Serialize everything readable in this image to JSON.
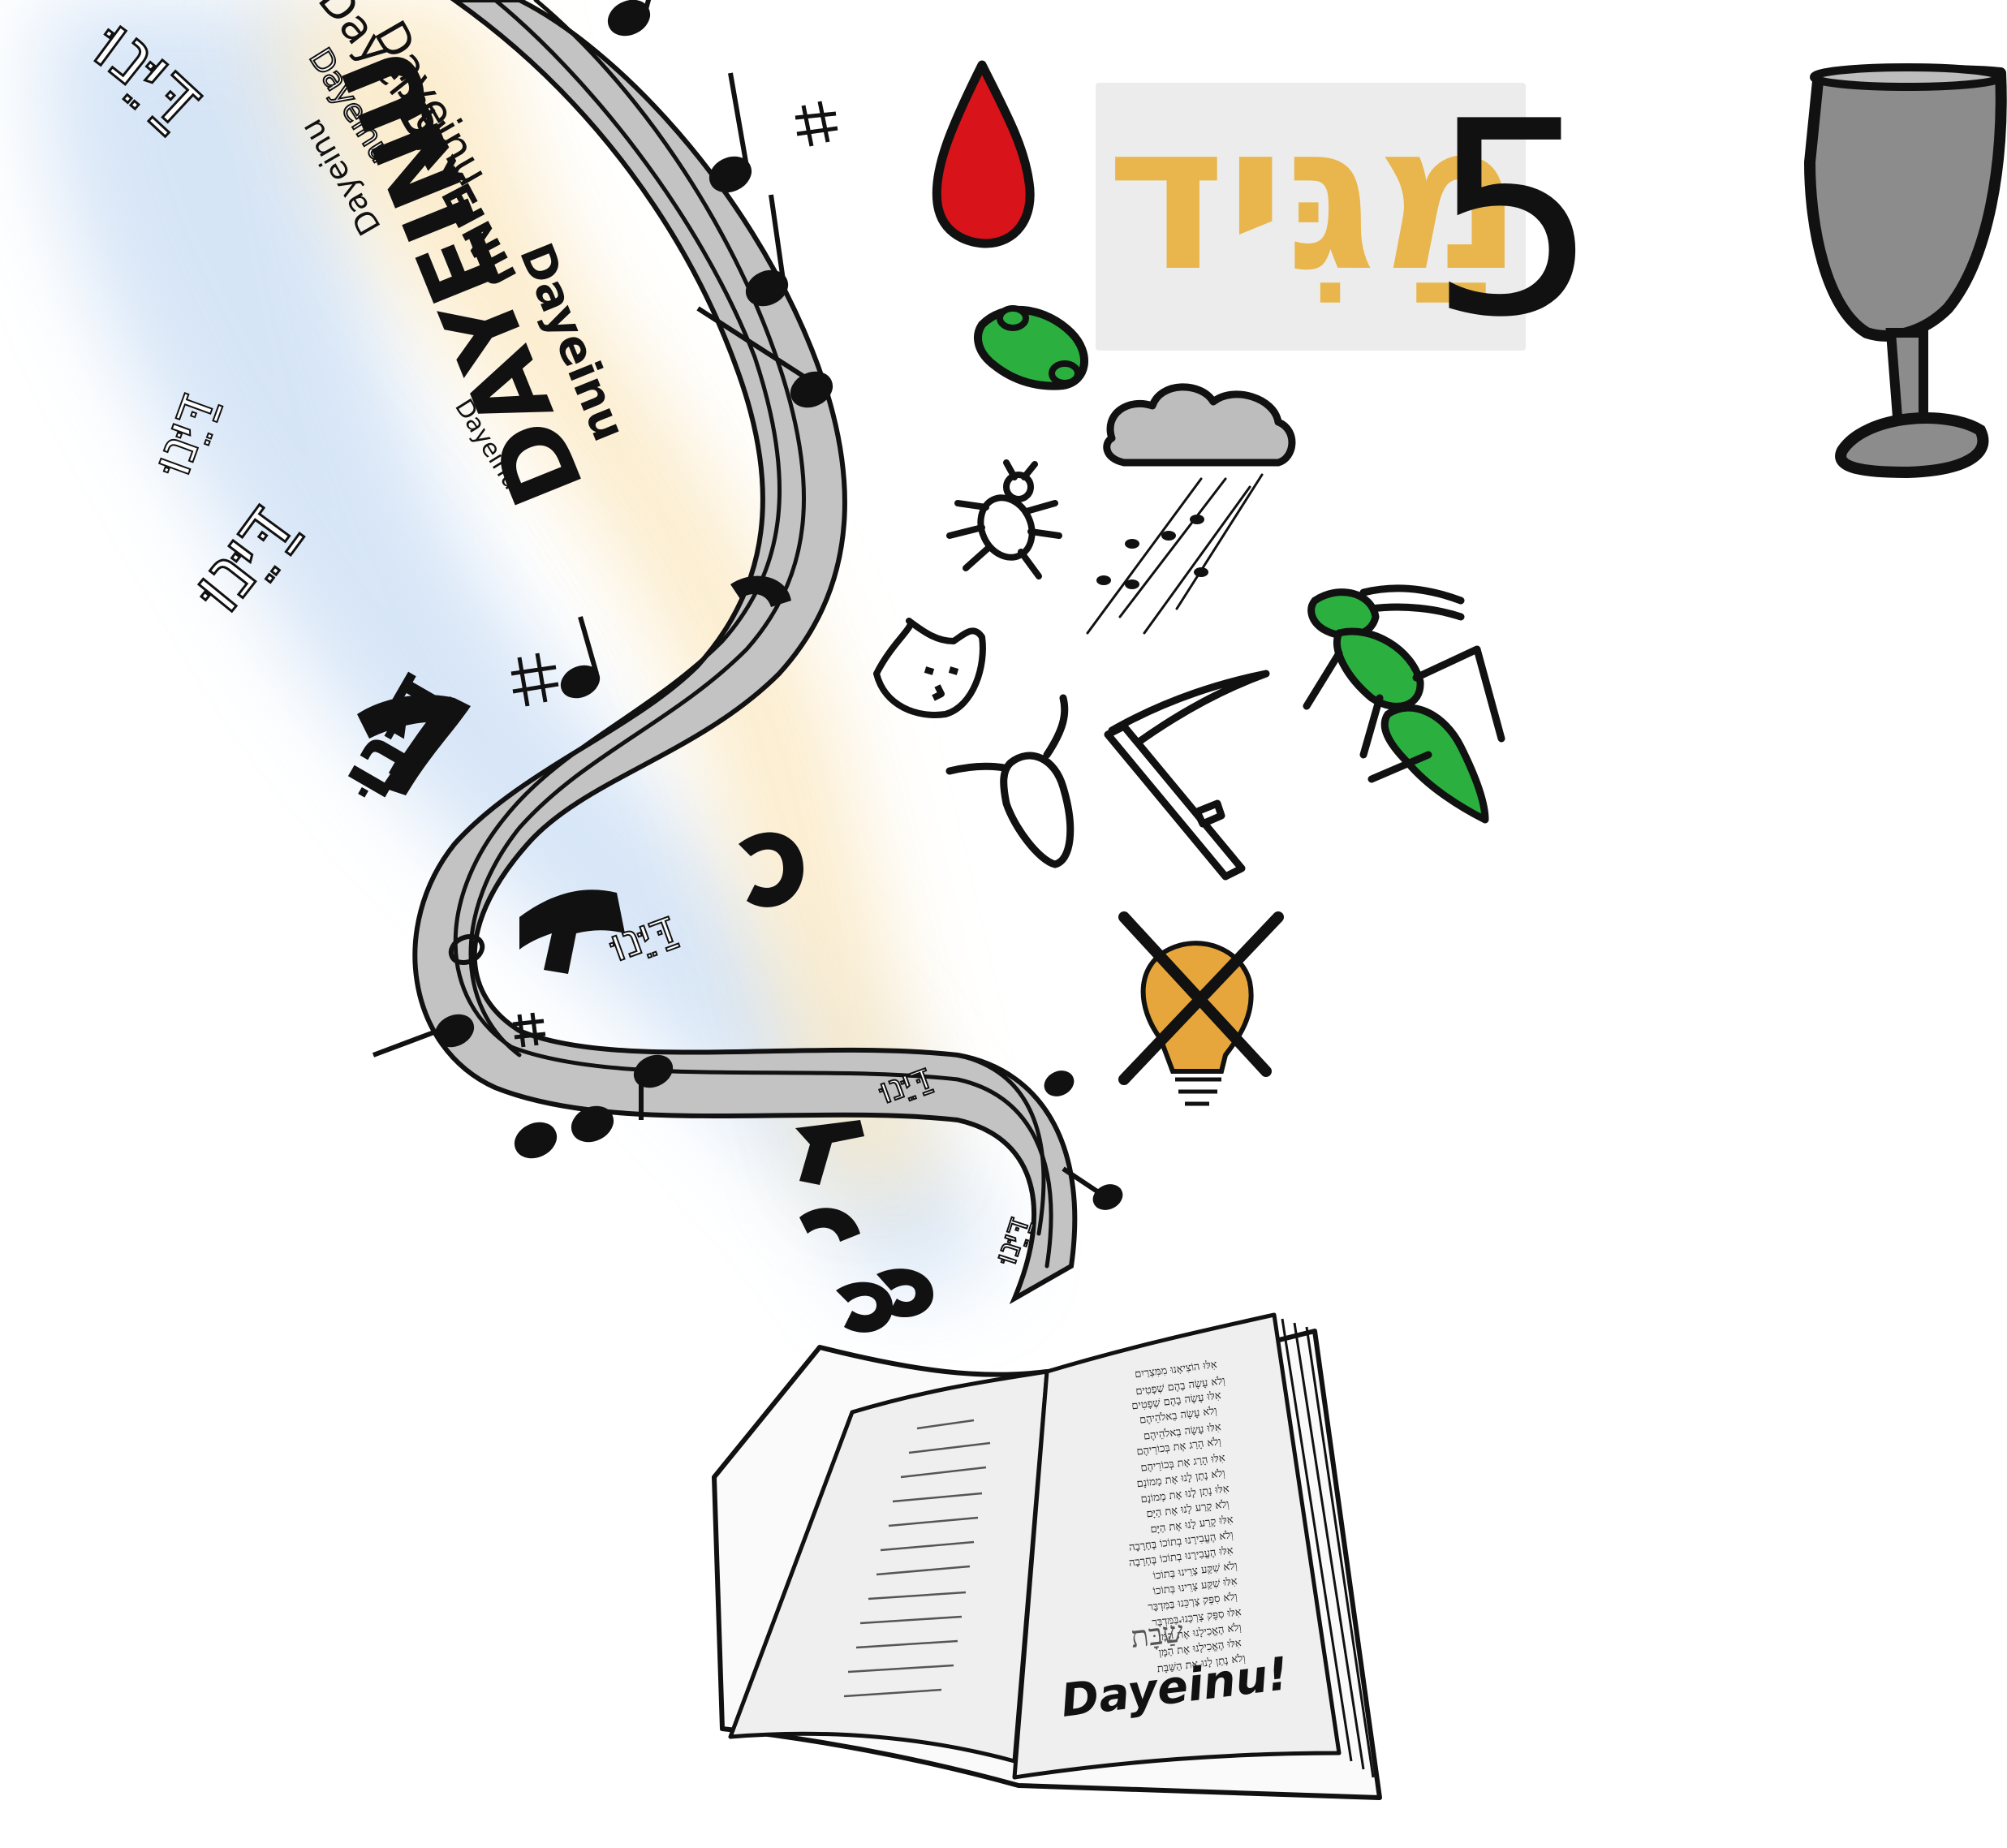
{
  "colors": {
    "background": "#ffffff",
    "staff_fill": "#c3c3c3",
    "ink": "#111111",
    "magid_gold": "#e8b64c",
    "number_black": "#111111",
    "blood_red": "#d8131a",
    "frog_green": "#2bb040",
    "cup_gray": "#8c8c8c",
    "book_page": "#efefef",
    "bulb_orange": "#e7a63b",
    "glow_blue": "#cfe0f5",
    "glow_yellow": "#fbeed1"
  },
  "title_card": {
    "number": "5",
    "hebrew_title": "מַגִּיד"
  },
  "stream_texts": {
    "dayeinu_mixed_1": "Dayeinu",
    "dayeinu_mixed_2": "Dayeinu",
    "dayeinu_mixed_3": "Dayeinu",
    "dayeinu_caps": "DAYEINU",
    "dayeinu_small_1": "Dayeinu",
    "dayeinu_small_2": "Dayeinu",
    "dayeinu_small_3": "Dayeinu",
    "dayeinu_big": "DAYEINU",
    "hebrew_outline_1": "דַּיֵּנוּ",
    "hebrew_outline_2": "דַּיֵּנוּ",
    "hebrew_small_1": "דַּיֵּנוּ",
    "hebrew_small_2": "דַּיֵּנוּ",
    "hebrew_small_3": "דַּיֵּנוּ",
    "hebrew_small_4": "דַּיֵּנוּ",
    "hebrew_small_5": "דַּיֵּנוּ"
  },
  "icons": {
    "blood": "blood-drop-icon",
    "frog": "frog-icon",
    "lice": "lice-icon",
    "wild_beasts": "wild-beast-icon",
    "pestilence": "cow-skull-icon",
    "boils": "scythe-icon",
    "hail": "hail-cloud-icon",
    "locusts": "locust-icon",
    "darkness": "crossed-bulb-icon",
    "cup": "kiddush-cup-icon",
    "book": "open-book-icon"
  },
  "book": {
    "right_page_lines": [
      "אִלּוּ הוֹצִיאָנוּ מִמִּצְרַיִם",
      "וְלֹא עָשָׂה בָהֶם שְׁפָטִים",
      "אִלּוּ עָשָׂה בָהֶם שְׁפָטִים",
      "וְלֹא עָשָׂה בֵאלֹהֵיהֶם",
      "אִלּוּ עָשָׂה בֵאלֹהֵיהֶם",
      "וְלֹא הָרַג אֶת בְּכוֹרֵיהֶם",
      "אִלּוּ הָרַג אֶת בְּכוֹרֵיהֶם",
      "וְלֹא נָתַן לָנוּ אֶת מָמוֹנָם",
      "אִלּוּ נָתַן לָנוּ אֶת מָמוֹנָם",
      "וְלֹא קָרַע לָנוּ אֶת הַיָּם",
      "אִלּוּ קָרַע לָנוּ אֶת הַיָּם",
      "וְלֹא הֶעֱבִירָנוּ בְתוֹכוֹ בֶּחָרָבָה",
      "אִלּוּ הֶעֱבִירָנוּ בְתוֹכוֹ בֶּחָרָבָה",
      "וְלֹא שִׁקַּע צָרֵינוּ בְּתוֹכוֹ",
      "אִלּוּ שִׁקַּע צָרֵינוּ בְּתוֹכוֹ",
      "וְלֹא סִפֵּק צָרְכֵּנוּ בַּמִּדְבָּר",
      "אִלּוּ סִפֵּק צָרְכֵּנוּ בַּמִּדְבָּר",
      "וְלֹא הֶאֱכִילָנוּ אֶת הַמָּן",
      "אִלּוּ הֶאֱכִילָנוּ אֶת הַמָּן",
      "וְלֹא נָתַן לָנוּ אֶת הַשַּׁבָּת"
    ],
    "shabbat_word": "שַׁבָּת",
    "closing_text": "Dayeinu!"
  }
}
